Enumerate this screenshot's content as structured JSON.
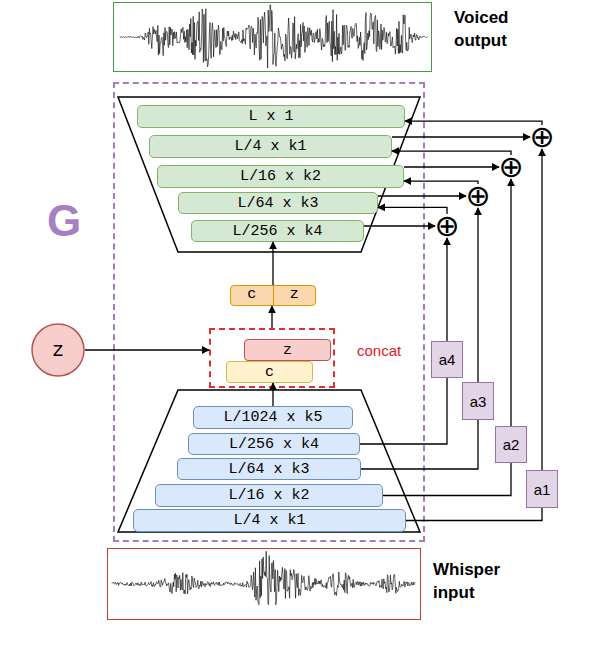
{
  "diagram": {
    "nodes": [
      {
        "text": [
          "Voiced output"
        ]
      },
      {
        "text": [
          "G"
        ]
      },
      {
        "text": [
          "L x 1"
        ],
        "in": 1
      },
      {
        "text": [
          "L/4 x k1"
        ],
        "in": 1
      },
      {
        "text": [
          "L/16 x k2"
        ],
        "in": 1
      },
      {
        "text": [
          "L/64 x k3"
        ],
        "in": 1
      },
      {
        "text": [
          "L/256 x k4"
        ],
        "in": 1
      },
      {
        "text": [
          "c",
          "z"
        ],
        "in": 1
      },
      {
        "text": [
          "concat"
        ],
        "in": 1
      },
      {
        "text": [
          "z"
        ],
        "in": 8
      },
      {
        "text": [
          "c"
        ],
        "in": 8
      },
      {
        "text": [
          "L/1024 x k5"
        ],
        "in": 1
      },
      {
        "text": [
          "L/256 x k4"
        ],
        "in": 1
      },
      {
        "text": [
          "L/64 x k3"
        ],
        "in": 1
      },
      {
        "text": [
          "L/16 x k2"
        ],
        "in": 1
      },
      {
        "text": [
          "L/4 x k1"
        ],
        "in": 1
      },
      {
        "text": [
          "z"
        ]
      },
      {
        "text": [
          "a4"
        ]
      },
      {
        "text": [
          "a3"
        ]
      },
      {
        "text": [
          "a2"
        ]
      },
      {
        "text": [
          "a1"
        ]
      },
      {
        "text": [
          "⊕"
        ]
      },
      {
        "text": [
          "⊕"
        ]
      },
      {
        "text": [
          "⊕"
        ]
      },
      {
        "text": [
          "⊕"
        ]
      },
      {
        "text": [
          "Whisper input"
        ]
      }
    ],
    "edges": [
      {
        "from": 16,
        "to": 8,
        "arrow": "to"
      },
      {
        "from": 11,
        "to": 10,
        "arrow": "to"
      },
      {
        "from": 8,
        "to": 7,
        "arrow": "to"
      },
      {
        "from": 7,
        "to": 6,
        "arrow": "to"
      },
      {
        "from": 12,
        "to": 17,
        "arrow": "none"
      },
      {
        "from": 17,
        "to": 21,
        "arrow": "to"
      },
      {
        "from": 13,
        "to": 18,
        "arrow": "none"
      },
      {
        "from": 18,
        "to": 22,
        "arrow": "to"
      },
      {
        "from": 14,
        "to": 19,
        "arrow": "none"
      },
      {
        "from": 19,
        "to": 23,
        "arrow": "to"
      },
      {
        "from": 15,
        "to": 20,
        "arrow": "none"
      },
      {
        "from": 20,
        "to": 24,
        "arrow": "to"
      },
      {
        "from": 6,
        "to": 21,
        "arrow": "to"
      },
      {
        "from": 21,
        "to": 5,
        "arrow": "to"
      },
      {
        "from": 5,
        "to": 22,
        "arrow": "to"
      },
      {
        "from": 22,
        "to": 4,
        "arrow": "to"
      },
      {
        "from": 4,
        "to": 23,
        "arrow": "to"
      },
      {
        "from": 23,
        "to": 3,
        "arrow": "to"
      },
      {
        "from": 3,
        "to": 24,
        "arrow": "to"
      },
      {
        "from": 24,
        "to": 2,
        "arrow": "to"
      }
    ]
  }
}
